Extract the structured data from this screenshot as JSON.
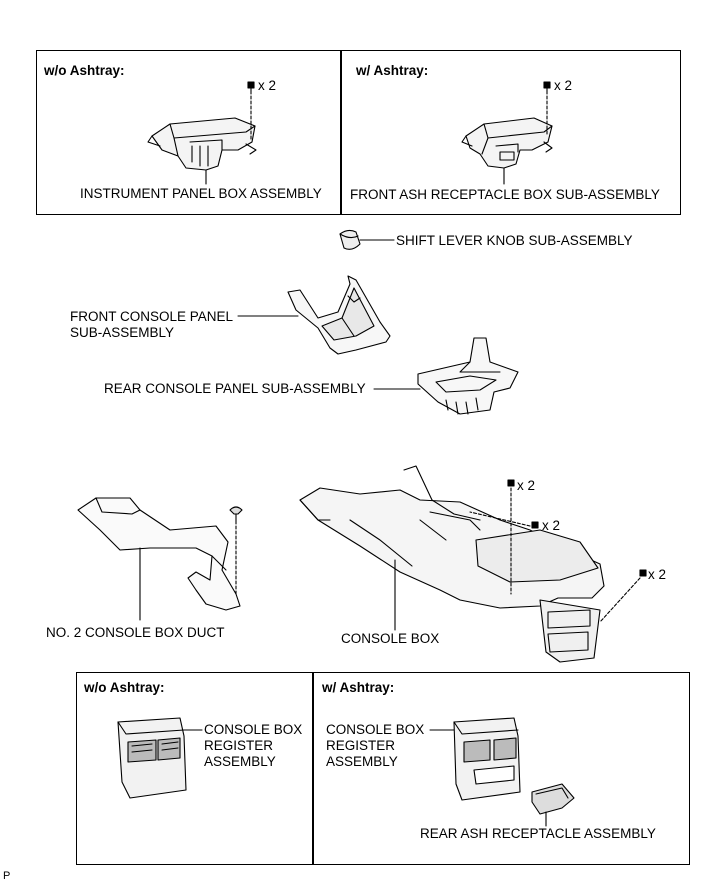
{
  "top_panel": {
    "left_header": "w/o Ashtray:",
    "left_qty": "x 2",
    "left_part": "INSTRUMENT PANEL BOX ASSEMBLY",
    "right_header": "w/ Ashtray:",
    "right_qty": "x 2",
    "right_part": "FRONT ASH RECEPTACLE BOX SUB-ASSEMBLY"
  },
  "middle": {
    "shift_knob": "SHIFT LEVER KNOB SUB-ASSEMBLY",
    "front_console_line1": "FRONT CONSOLE PANEL",
    "front_console_line2": "SUB-ASSEMBLY",
    "rear_console": "REAR CONSOLE PANEL SUB-ASSEMBLY",
    "duct": "NO. 2 CONSOLE BOX DUCT",
    "console_box": "CONSOLE BOX",
    "qty_a": "x 2",
    "qty_b": "x 2",
    "qty_c": "x 2"
  },
  "bottom_panel": {
    "left_header": "w/o Ashtray:",
    "left_part_line1": "CONSOLE BOX",
    "left_part_line2": "REGISTER",
    "left_part_line3": "ASSEMBLY",
    "right_header": "w/ Ashtray:",
    "right_part_line1": "CONSOLE BOX",
    "right_part_line2": "REGISTER",
    "right_part_line3": "ASSEMBLY",
    "rear_ash": "REAR ASH RECEPTACLE ASSEMBLY"
  },
  "corner_mark": "P"
}
